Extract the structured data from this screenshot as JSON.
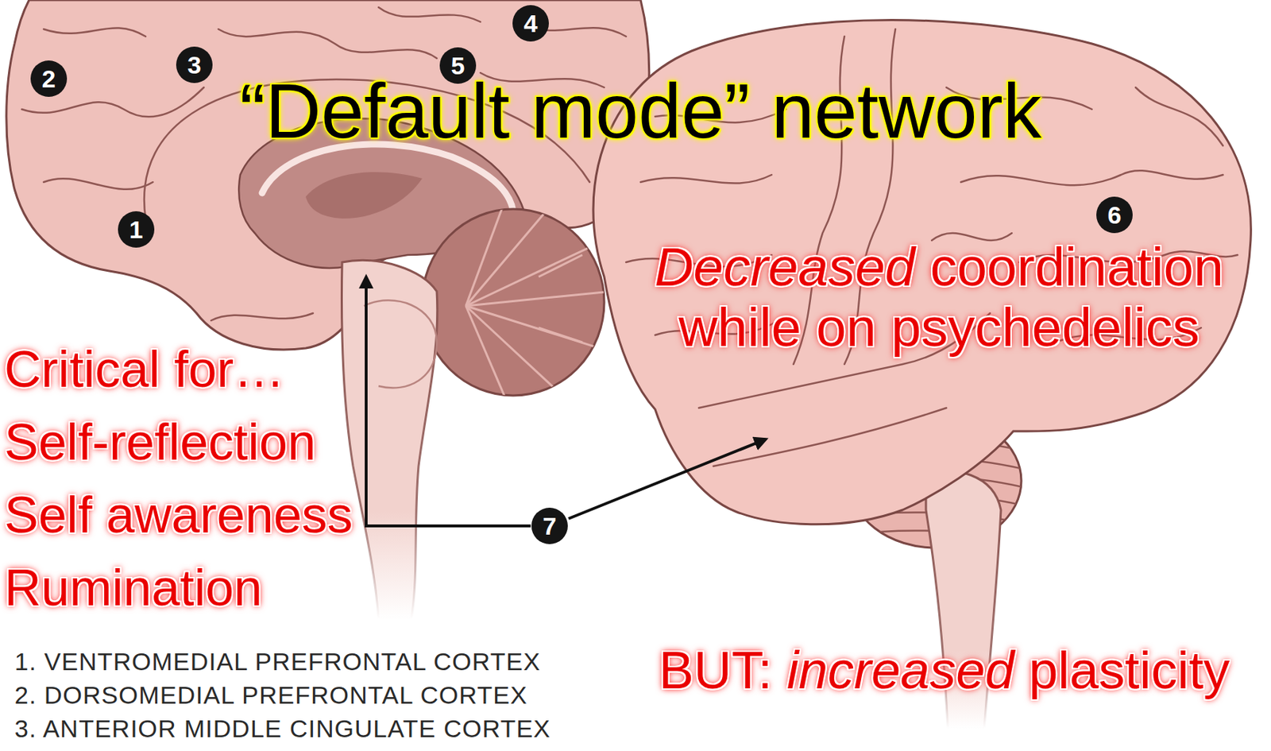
{
  "diagram": {
    "title": "“Default mode” network",
    "labels": [
      "1",
      "2",
      "3",
      "4",
      "5",
      "6",
      "7",
      "Critical for…",
      "Self-reflection",
      "Self awareness",
      "Rumination",
      "Decreased",
      "coordination while on psychedelics",
      "BUT:",
      "increased",
      "plasticity",
      "1. VENTROMEDIAL PREFRONTAL CORTEX",
      "2. DORSOMEDIAL PREFRONTAL CORTEX",
      "3. ANTERIOR MIDDLE CINGULATE CORTEX"
    ]
  }
}
